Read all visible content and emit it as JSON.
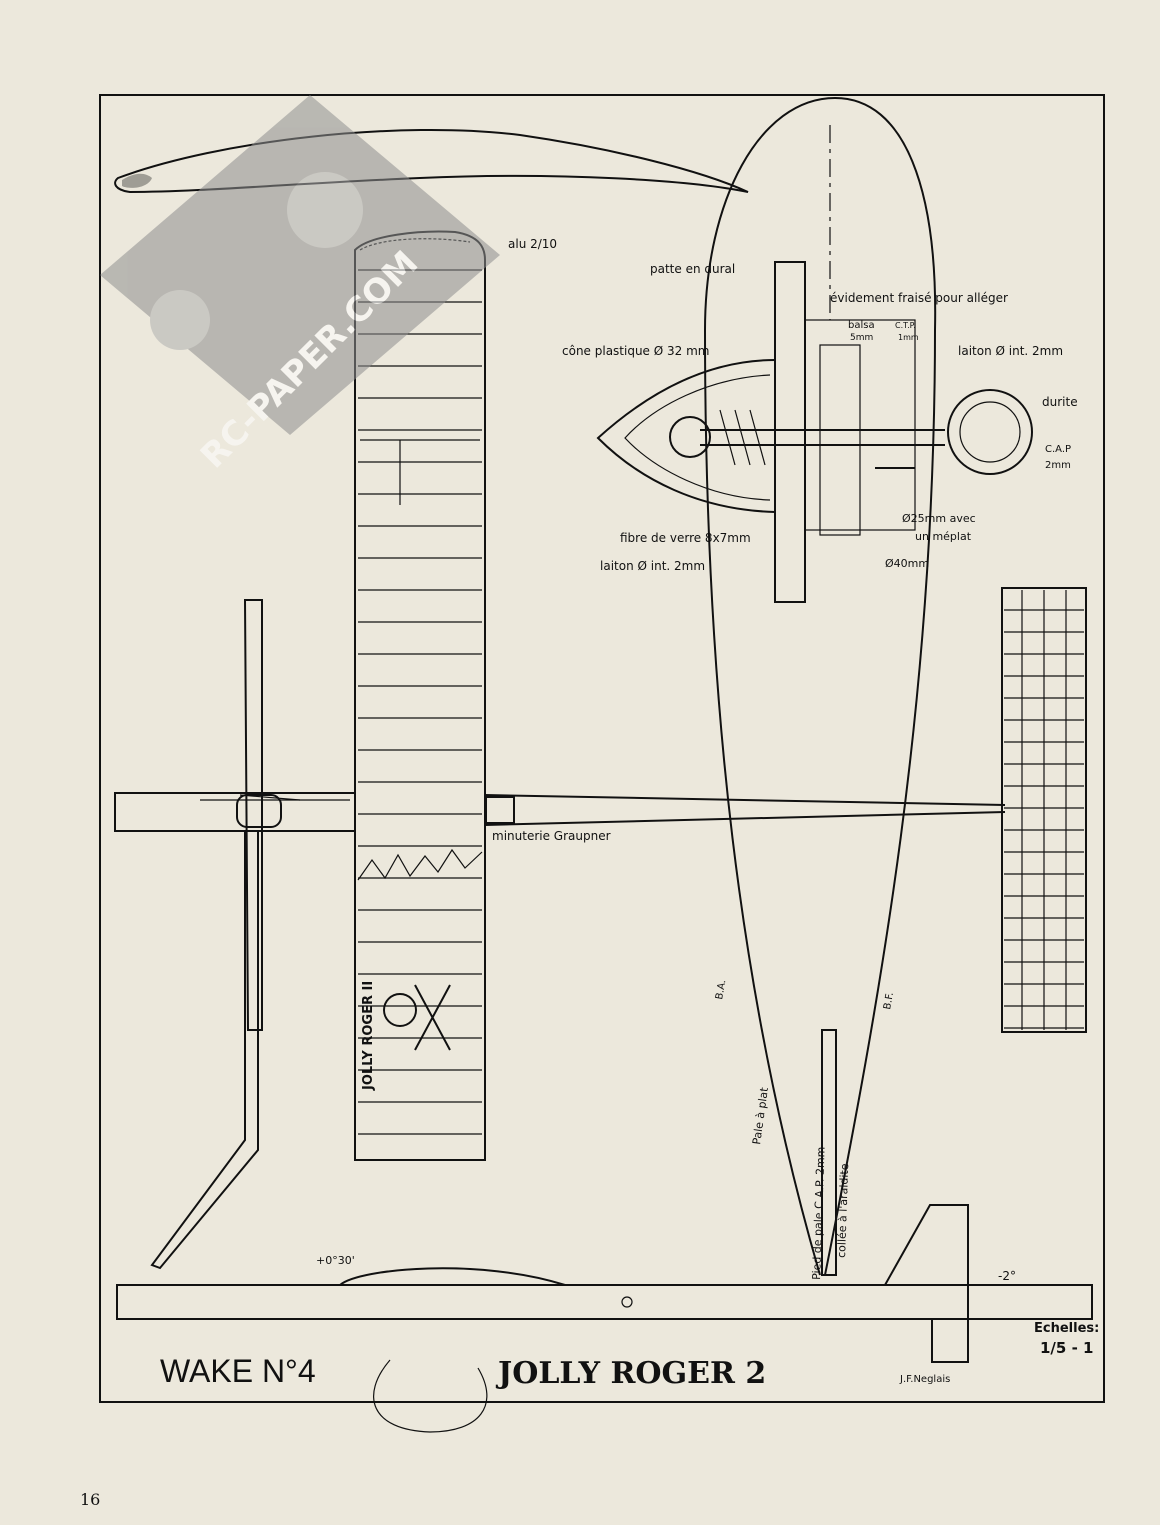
{
  "watermark": "RC-PAPER.COM",
  "page_number": "16",
  "title_left": "WAKE N°4",
  "title_right": "JOLLY ROGER 2",
  "designer": "J.F.Neglais",
  "scales_label": "Echelles:",
  "scales_value": "1/5 - 1",
  "fuselage_name": "JOLLY ROGER II",
  "labels": {
    "alu": "alu 2/10",
    "patte": "patte en dural",
    "evidement": "évidement fraisé pour alléger",
    "balsa": "balsa",
    "balsa_dim": "5mm",
    "ctp": "C.T.P.",
    "ctp_dim": "1mm",
    "cone": "cône plastique Ø 32 mm",
    "laiton_top": "laiton Ø int. 2mm",
    "durite": "durite",
    "cap": "C.A.P",
    "cap_dim": "2mm",
    "fibre": "fibre de verre 8x7mm",
    "laiton_bottom": "laiton Ø int. 2mm",
    "d25": "Ø25mm avec",
    "meplat": "un méplat",
    "d40": "Ø40mm",
    "minuterie": "minuterie Graupner",
    "ba": "B.A.",
    "bf": "B.F.",
    "pale_plat": "Pale à plat",
    "pied_pale": "Pied de pale C.A.P. 2mm",
    "collee": "collée à l'araldite",
    "incidence_wing": "+0°30'",
    "incidence_tail": "-2°"
  },
  "colors": {
    "paper": "#ece8dc",
    "ink": "#111111",
    "watermark": "#8f8f8f"
  }
}
